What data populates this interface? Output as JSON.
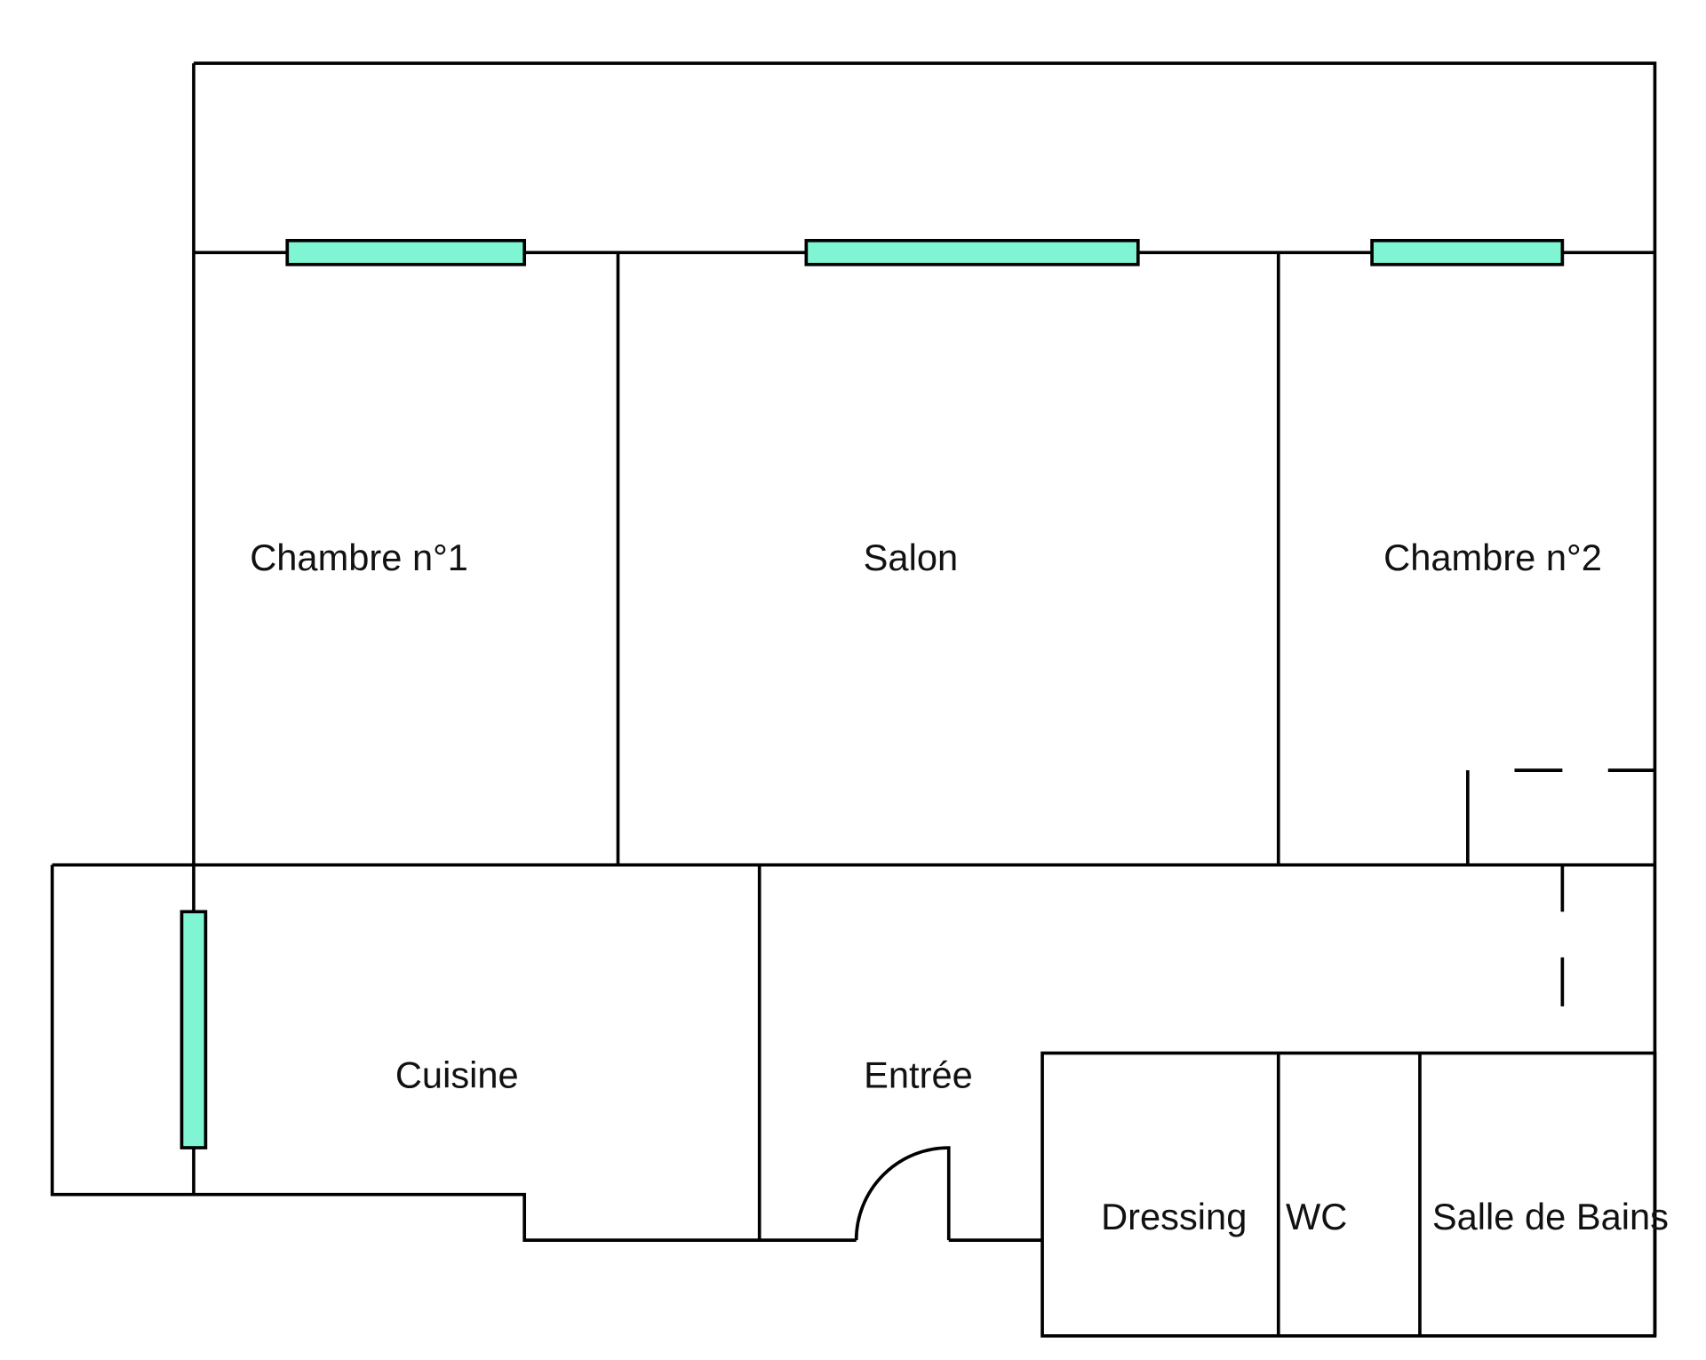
{
  "title": "Floor plan",
  "window_color": "#7ff5d4",
  "rooms": {
    "chambre1": "Chambre n°1",
    "salon": "Salon",
    "chambre2": "Chambre n°2",
    "cuisine": "Cuisine",
    "entree": "Entrée",
    "dressing": "Dressing",
    "wc": "WC",
    "salle_de_bains": "Salle de Bains"
  }
}
